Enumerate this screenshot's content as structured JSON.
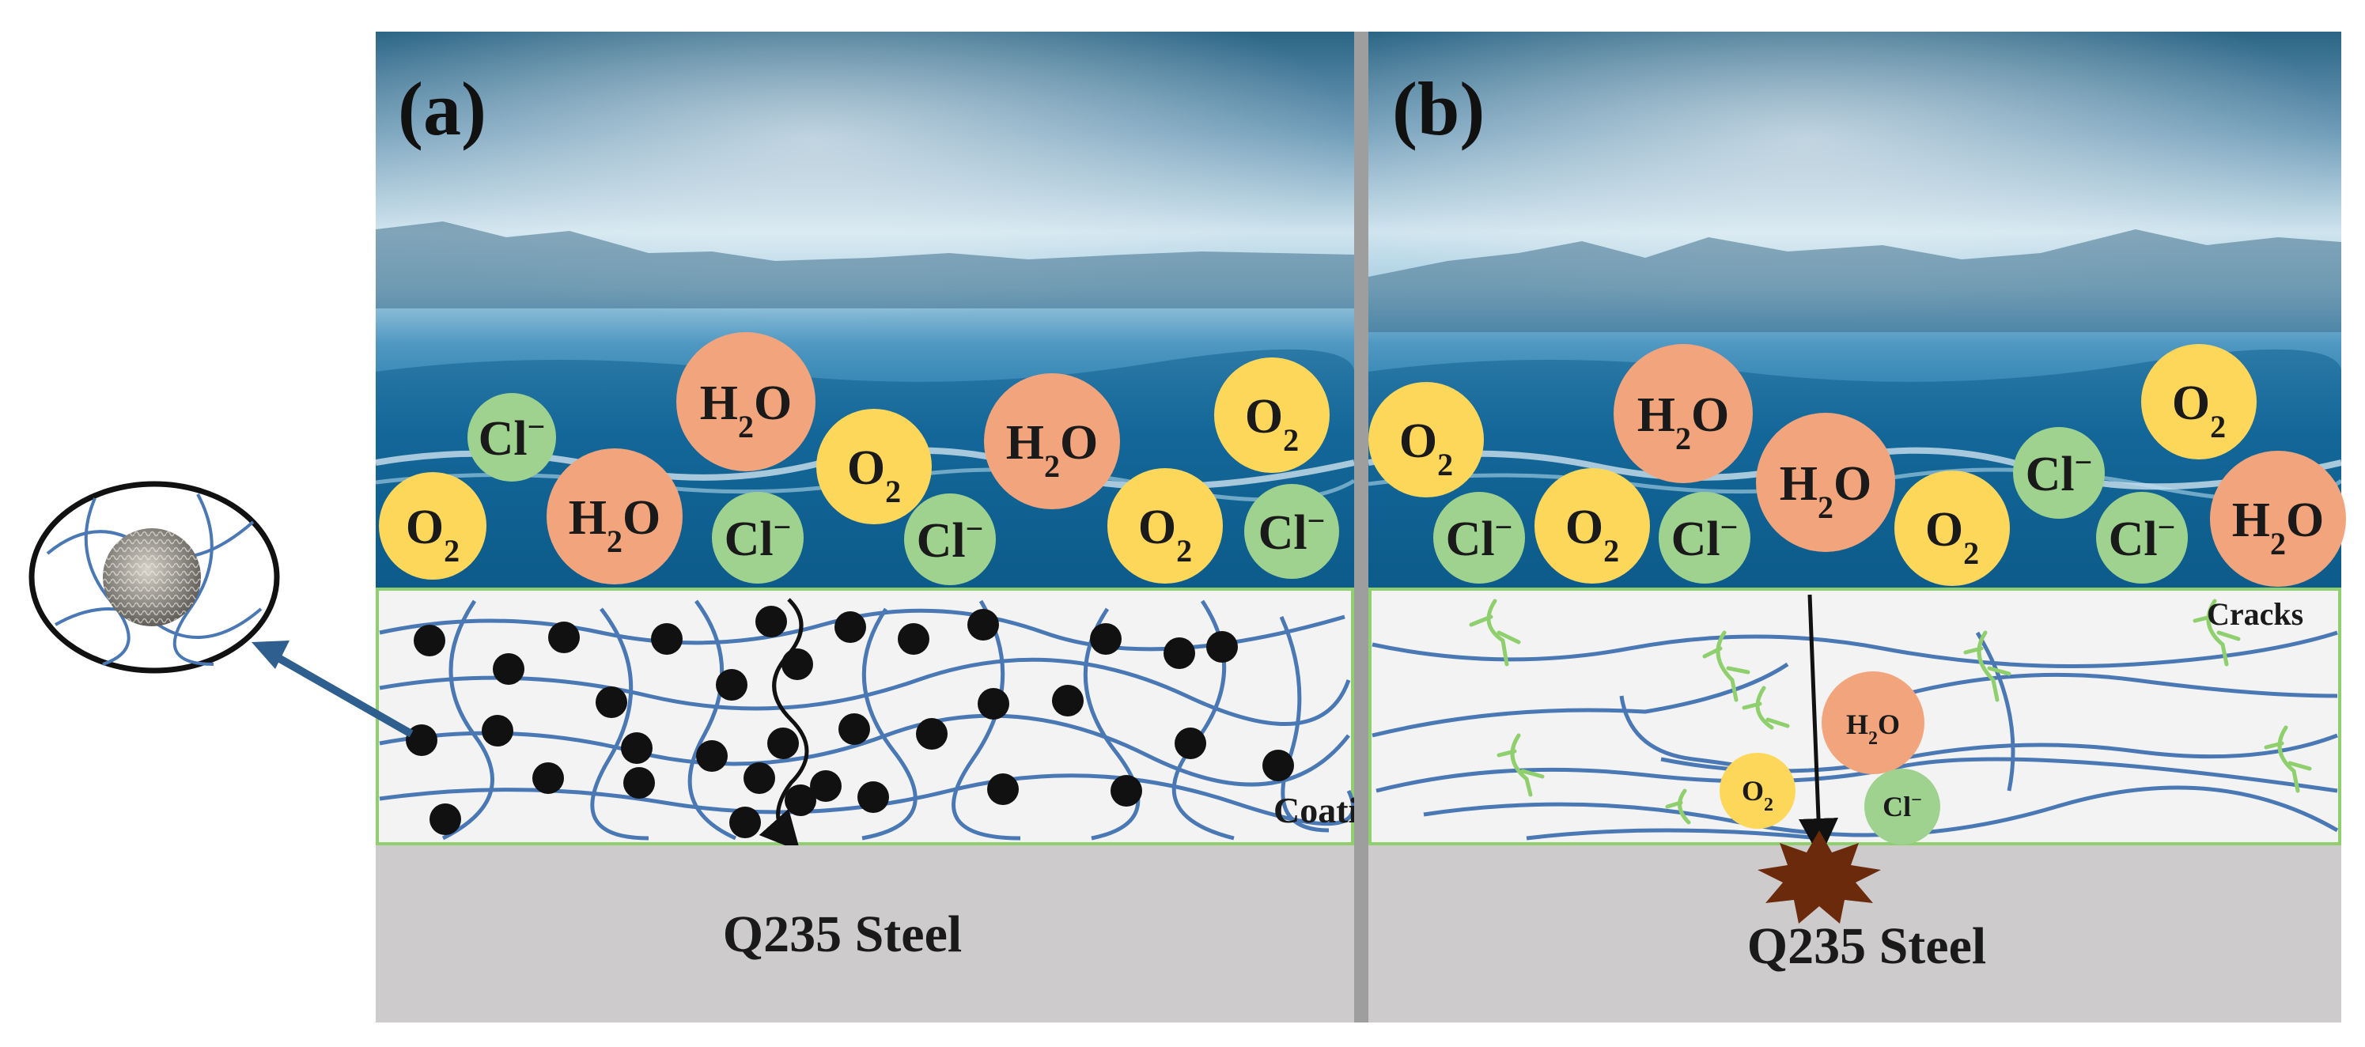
{
  "panels": [
    {
      "id": "a",
      "label": "(a)",
      "coating_label": "Coating",
      "substrate_label": "Q235 Steel"
    },
    {
      "id": "b",
      "label": "(b)",
      "defect_label": "Cracks",
      "substrate_label": "Q235 Steel"
    }
  ],
  "species": {
    "water": {
      "base": "H",
      "sub": "2",
      "tail": "O",
      "color": "#f2a57c"
    },
    "oxygen": {
      "base": "O",
      "sub": "2",
      "color": "#fdd75a"
    },
    "chloride": {
      "base": "Cl",
      "sup": "−",
      "color": "#9fd28e"
    }
  },
  "colors": {
    "polymer_chain": "#4a78b4",
    "filler_particle": "#111111",
    "crack": "#8fcf6e",
    "coating_bg": "#f3f3f3",
    "coating_border": "#8fcf6e",
    "steel": "#cdcbcb",
    "divider": "#9e9e9e",
    "corrosion": "#6b2a0c",
    "zoom_arrow": "#2f5f8f"
  },
  "icons": {
    "corrosion_pit": "burst-star-icon",
    "filler_closeup": "textured-nanoparticle-icon"
  }
}
